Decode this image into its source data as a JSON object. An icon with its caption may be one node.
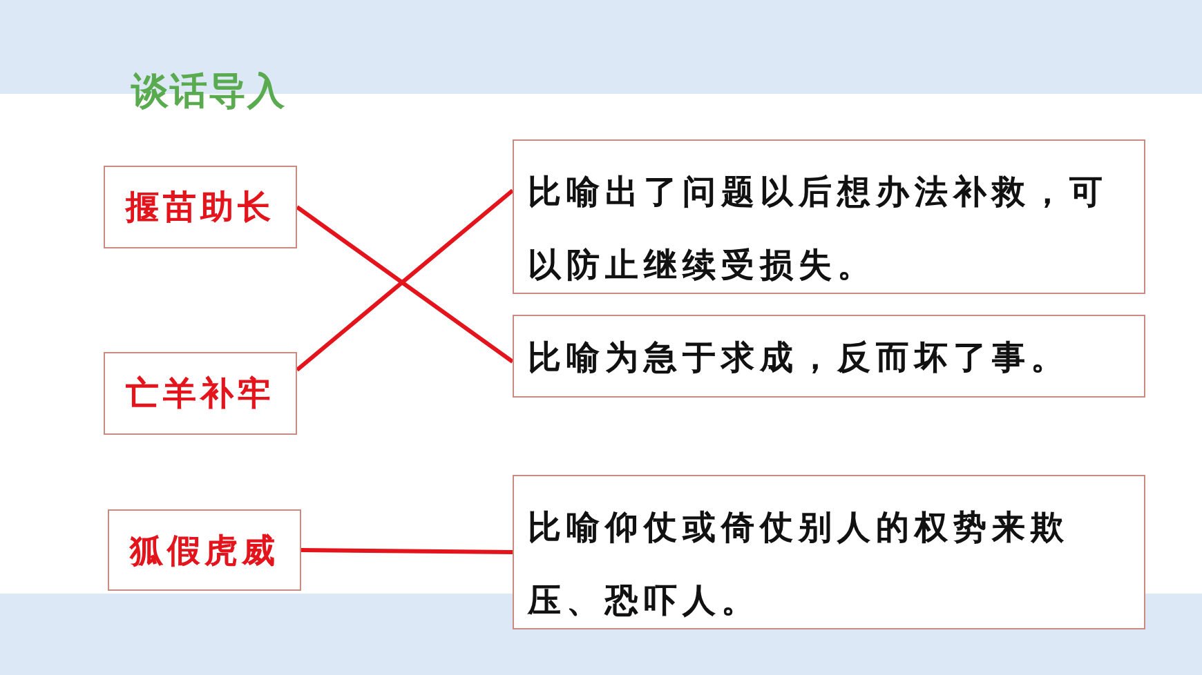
{
  "diagram": {
    "title": "谈话导入",
    "nodes": [
      {
        "text": [
          "揠苗助长"
        ]
      },
      {
        "text": [
          "亡羊补牢"
        ]
      },
      {
        "text": [
          "狐假虎威"
        ]
      },
      {
        "text": [
          "比喻出了问题以后想办法补救，可以防止继续受损失。"
        ]
      },
      {
        "text": [
          "比喻为急于求成，反而坏了事。"
        ]
      },
      {
        "text": [
          "比喻仰仗或倚仗别人的权势来欺压、恐吓人。"
        ]
      }
    ],
    "edges": [
      {
        "from": 0,
        "to": 4,
        "arrow": "none"
      },
      {
        "from": 1,
        "to": 3,
        "arrow": "none"
      },
      {
        "from": 2,
        "to": 5,
        "arrow": "none"
      }
    ]
  }
}
